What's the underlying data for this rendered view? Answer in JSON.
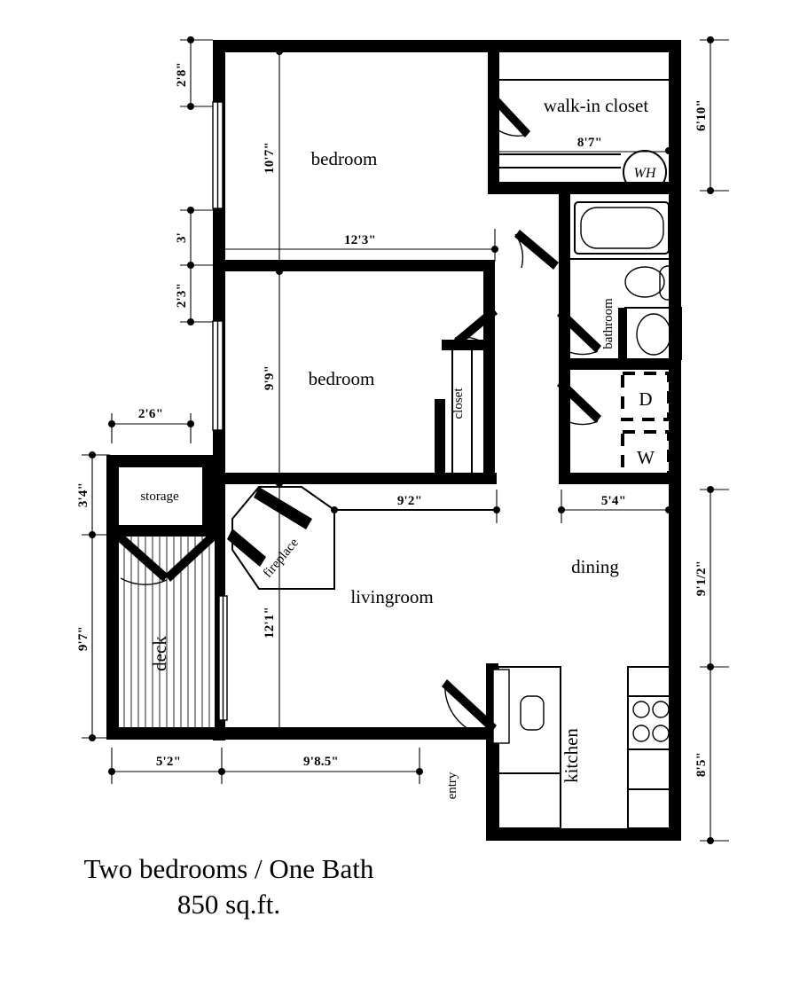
{
  "title": {
    "line1": "Two bedrooms / One Bath",
    "line2": "850 sq.ft."
  },
  "rooms": [
    {
      "id": "bedroom-1",
      "label": "bedroom"
    },
    {
      "id": "bedroom-2",
      "label": "bedroom"
    },
    {
      "id": "walk-in-closet",
      "label": "walk-in closet"
    },
    {
      "id": "bathroom",
      "label": "bathroom"
    },
    {
      "id": "closet",
      "label": "closet"
    },
    {
      "id": "storage",
      "label": "storage"
    },
    {
      "id": "deck",
      "label": "deck"
    },
    {
      "id": "fireplace",
      "label": "fireplace"
    },
    {
      "id": "livingroom",
      "label": "livingroom"
    },
    {
      "id": "dining",
      "label": "dining"
    },
    {
      "id": "kitchen",
      "label": "kitchen"
    },
    {
      "id": "entry",
      "label": "entry"
    }
  ],
  "fixtures": {
    "water_heater": "WH",
    "dryer": "D",
    "washer": "W"
  },
  "dimensions": {
    "left": [
      {
        "id": "dim-2-8",
        "value": "2'8\""
      },
      {
        "id": "dim-3",
        "value": "3'"
      },
      {
        "id": "dim-2-3",
        "value": "2'3\""
      },
      {
        "id": "dim-2-6",
        "value": "2'6\""
      },
      {
        "id": "dim-3-4",
        "value": "3'4\""
      },
      {
        "id": "dim-9-7",
        "value": "9'7\""
      }
    ],
    "interior": [
      {
        "id": "dim-10-7",
        "value": "10'7\""
      },
      {
        "id": "dim-12-3",
        "value": "12'3\""
      },
      {
        "id": "dim-8-7",
        "value": "8'7\""
      },
      {
        "id": "dim-9-9",
        "value": "9'9\""
      },
      {
        "id": "dim-9-2",
        "value": "9'2\""
      },
      {
        "id": "dim-5-4",
        "value": "5'4\""
      },
      {
        "id": "dim-12-1",
        "value": "12'1\""
      }
    ],
    "right": [
      {
        "id": "dim-6-10",
        "value": "6'10\""
      },
      {
        "id": "dim-9-1-2",
        "value": "9'1/2\""
      },
      {
        "id": "dim-8-5",
        "value": "8'5\""
      }
    ],
    "bottom": [
      {
        "id": "dim-5-2",
        "value": "5'2\""
      },
      {
        "id": "dim-9-8-5",
        "value": "9'8.5\""
      }
    ]
  },
  "colors": {
    "wall": "#000000",
    "background": "#ffffff",
    "line": "#000000"
  }
}
